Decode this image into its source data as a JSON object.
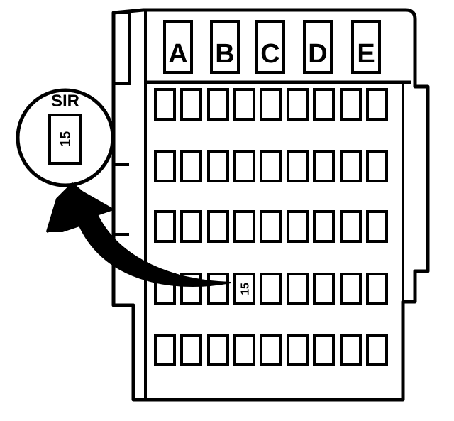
{
  "columns": [
    "A",
    "B",
    "C",
    "D",
    "E"
  ],
  "callout": {
    "label": "SIR",
    "fuse_number": "15"
  },
  "highlighted_fuse": {
    "number": "15",
    "row": 3,
    "col": 3
  },
  "grid": {
    "rows": 5,
    "cols": 9
  },
  "colors": {
    "ink": "#000000",
    "paper": "#ffffff"
  }
}
